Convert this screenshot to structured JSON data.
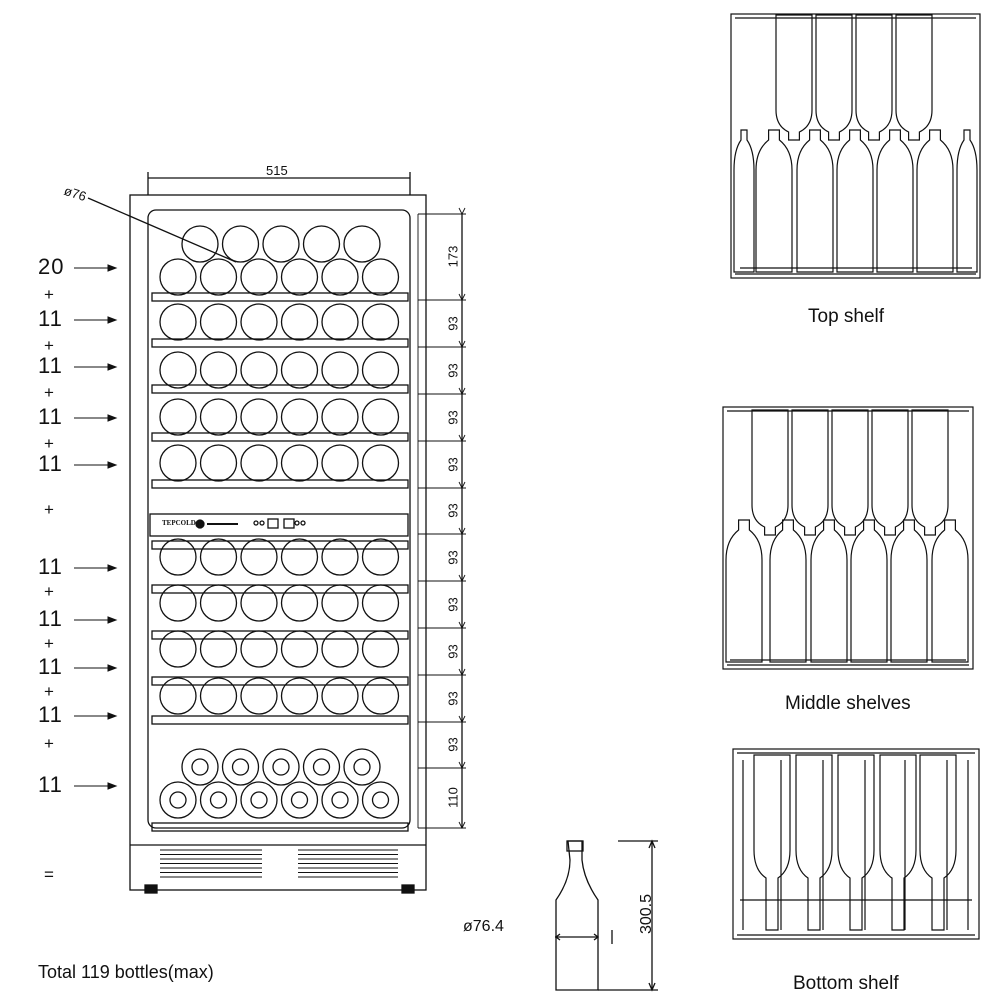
{
  "cabinet": {
    "width_dim": "515",
    "bottle_diameter_label": "ø76",
    "brand": "TEPCOLD",
    "row_heights": [
      "173",
      "93",
      "93",
      "93",
      "93",
      "93",
      "93",
      "93",
      "93",
      "93",
      "93",
      "110"
    ]
  },
  "left_counts": {
    "items": [
      "20",
      "+",
      "11",
      "+",
      "11",
      "+",
      "11",
      "+",
      "11",
      "+",
      "11",
      "+",
      "11",
      "+",
      "11",
      "+",
      "11",
      "+",
      "11",
      "="
    ]
  },
  "total_label": "Total 119 bottles(max)",
  "bottle": {
    "diameter": "ø76.4",
    "height": "300.5"
  },
  "views": {
    "top_shelf": "Top shelf",
    "middle_shelves": "Middle shelves",
    "bottom_shelf": "Bottom shelf"
  }
}
